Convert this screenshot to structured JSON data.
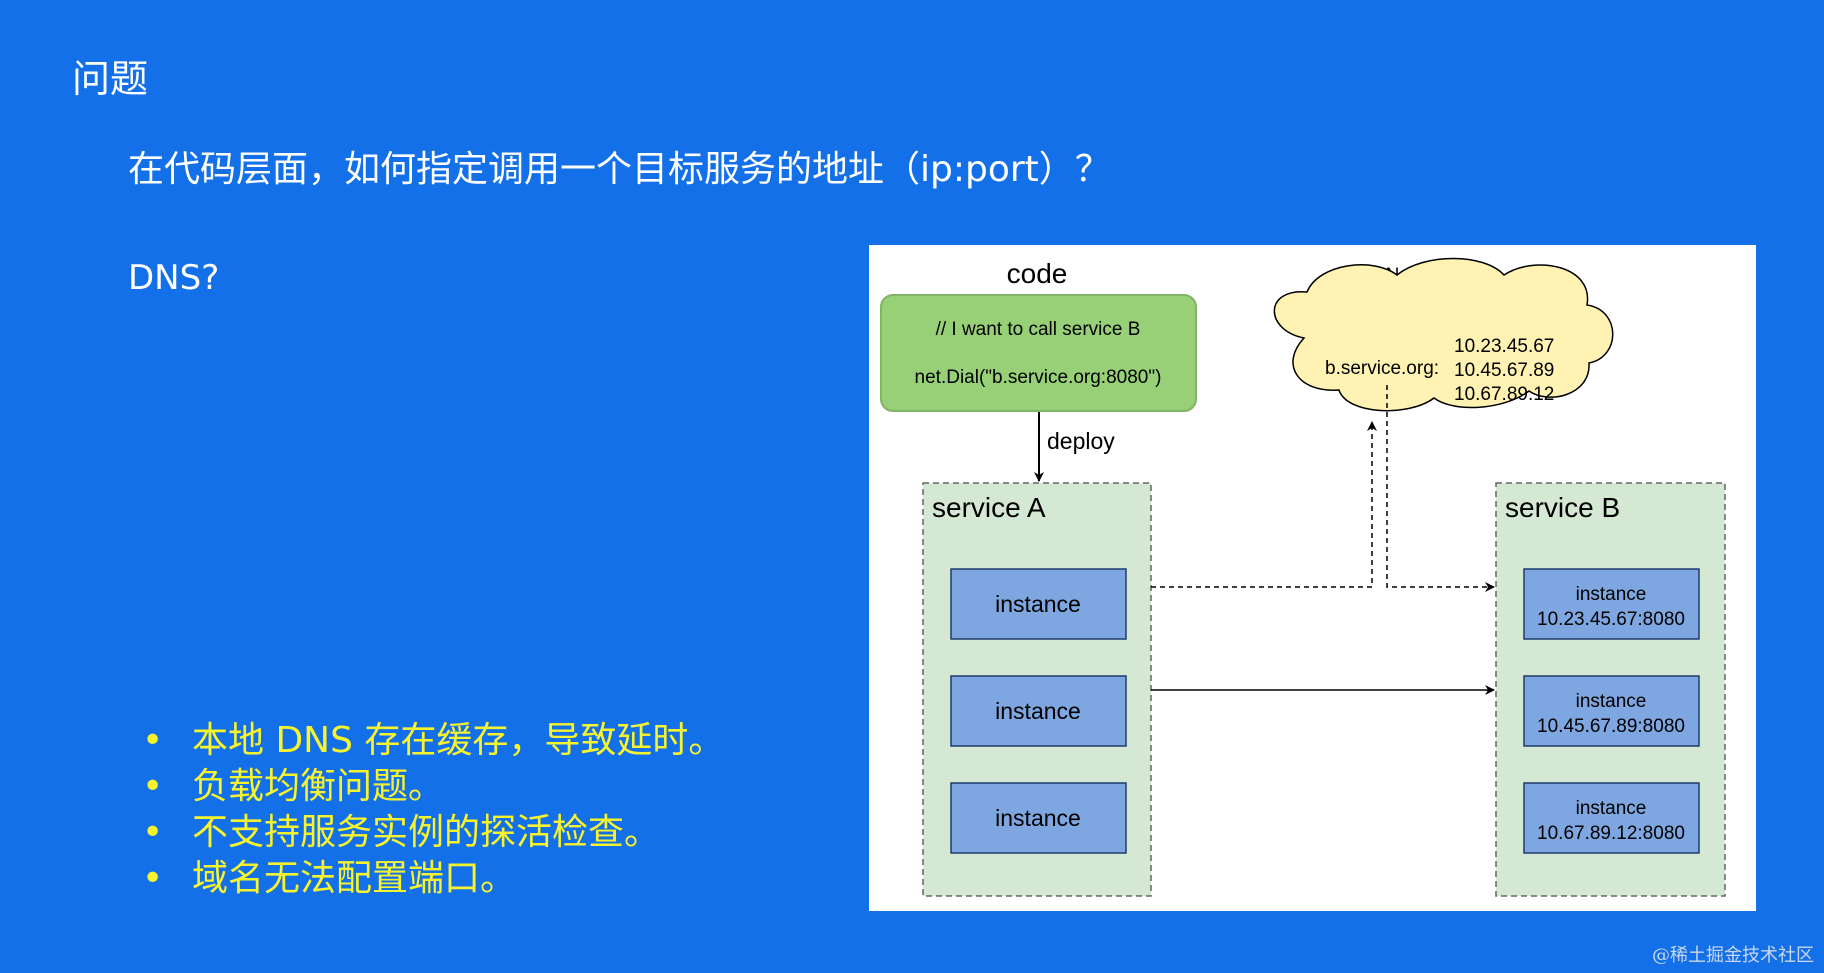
{
  "slide": {
    "title": "问题",
    "question": "在代码层面，如何指定调用一个目标服务的地址（ip:port）？",
    "dns": "DNS?",
    "bullets": [
      "本地 DNS 存在缓存，导致延时。",
      "负载均衡问题。",
      "不支持服务实例的探活检查。",
      "域名无法配置端口。"
    ],
    "footer": "@稀土掘金技术社区"
  },
  "diagram": {
    "code_title": "code",
    "code_comment": "// I want to call service B",
    "code_call": "net.Dial(\"b.service.org:8080\")",
    "deploy_label": "deploy",
    "nameserver_title": "NameServer",
    "domain": "b.service.org:",
    "ips": [
      "10.23.45.67",
      "10.45.67.89",
      "10.67.89.12"
    ],
    "service_a_label": "service A",
    "service_b_label": "service B",
    "instance_label": "instance",
    "b_instances": [
      {
        "label": "instance",
        "addr": "10.23.45.67:8080"
      },
      {
        "label": "instance",
        "addr": "10.45.67.89:8080"
      },
      {
        "label": "instance",
        "addr": "10.67.89.12:8080"
      }
    ]
  },
  "colors": {
    "background": "#1470e8",
    "bullet_text": "#f7f32c",
    "code_box": "#97d077",
    "cloud": "#fff2b3",
    "service_group": "#d5e8d4",
    "instance_box": "#7ea6e0"
  }
}
